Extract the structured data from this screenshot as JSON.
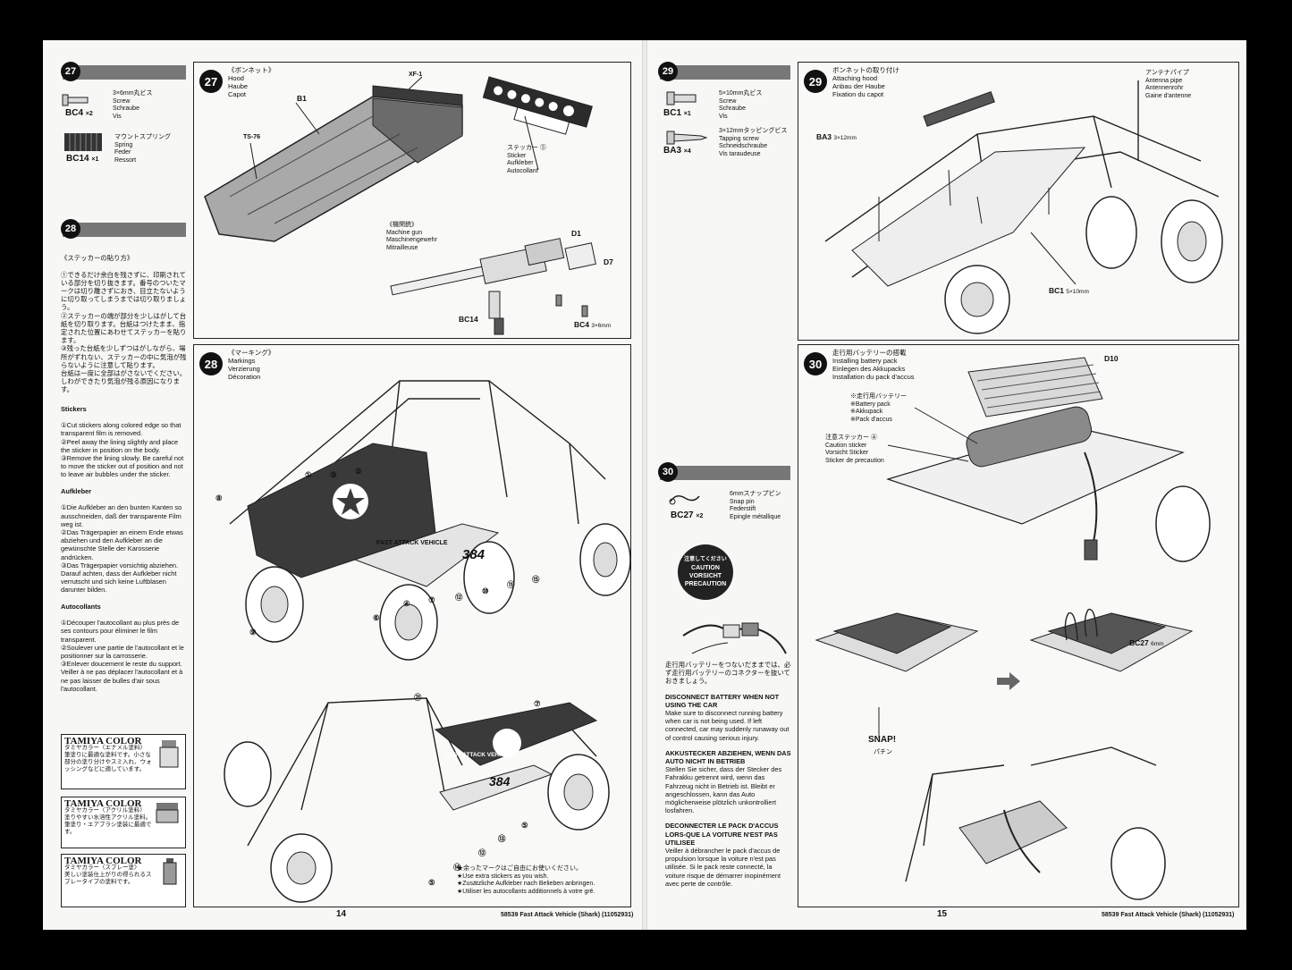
{
  "left_page": {
    "page_number": "14",
    "footer": "58539 Fast Attack Vehicle (Shark) (11052931)",
    "side_27": {
      "step": "27",
      "parts": [
        {
          "code": "BC4",
          "qty": "×2",
          "jp": "3×6mm丸ビス",
          "names": [
            "Screw",
            "Schraube",
            "Vis"
          ]
        },
        {
          "code": "BC14",
          "qty": "×1",
          "jp": "マウントスプリング",
          "names": [
            "Spring",
            "Feder",
            "Ressort"
          ]
        }
      ]
    },
    "side_28": {
      "step": "28",
      "jp_title": "《ステッカーの貼り方》",
      "jp_text": "①できるだけ余白を残さずに、印刷されている部分を切り抜きます。番号のついたマークは切り離さずにおき、目立たないように切り取ってしまうまでは切り取りましょう。\n②ステッカーの端が部分を少しはがして台紙を切り取ります。台紙はつけたまま、指定された位置にあわせてステッカーを貼ります。\n③残った台紙を少しずつはがしながら、場所がずれない、ステッカーの中に気泡が残らないように注意して貼ります。\n台紙は一度に全部はがさないでください。しわができたり気泡が残る原因になります。",
      "en_title": "Stickers",
      "en_text": "①Cut stickers along colored edge so that transparent film is removed.\n②Peel away the lining slightly and place the sticker in position on the body.\n③Remove the lining slowly. Be careful not to move the sticker out of position and not to leave air bubbles under the sticker.",
      "de_title": "Aufkleber",
      "de_text": "①Die Aufkleber an den bunten Kanten so ausschneiden, daß der transparente Film weg ist.\n②Das Trägerpapier an einem Ende etwas abziehen und den Aufkleber an die gewünschte Stelle der Karosserie andrücken.\n③Das Trägerpapier vorsichtig abziehen. Darauf achten, dass der Aufkleber nicht verrutscht und sich keine Luftblasen darunter bilden.",
      "fr_title": "Autocollants",
      "fr_text": "①Découper l'autocollant au plus près de ses contours pour éliminer le film transparent.\n②Soulever une partie de l'autocollant et le positionner sur la carrosserie.\n③Enlever doucement le reste du support. Veiller à ne pas déplacer l'autocollant et à ne pas laisser de bulles d'air sous l'autocollant."
    },
    "paint_badges": [
      {
        "brand": "TAMIYA COLOR",
        "jp": "タミヤカラー〈エナメル塗料〉",
        "desc": "筆塗りに最適な塗料です。小さな部分の塗り分けやスミ入れ、ウォッシングなどに適しています。"
      },
      {
        "brand": "TAMIYA COLOR",
        "jp": "タミヤカラー〈アクリル塗料〉",
        "desc": "塗りやすい水溶性アクリル塗料。筆塗り・エアブラシ塗装に最適です。"
      },
      {
        "brand": "TAMIYA COLOR",
        "jp": "タミヤカラー〈スプレー塗〉",
        "desc": "美しい塗装仕上がりの得られるスプレータイプの塗料です。"
      }
    ],
    "step27_main": {
      "step": "27",
      "title": [
        "《ボンネット》",
        "Hood",
        "Haube",
        "Capot"
      ],
      "labels": {
        "b1": "B1",
        "xf1": "XF-1",
        "ts76": "TS-76",
        "sticker_jp": "ステッカー ⑤",
        "sticker": [
          "Sticker",
          "Aufkleber",
          "Autocollant"
        ],
        "mg_jp": "《機関銃》",
        "mg": [
          "Machine gun",
          "Maschinengewehr",
          "Mitrailleuse"
        ],
        "d1": "D1",
        "d7": "D7",
        "bc14": "BC14",
        "bc4": "BC4",
        "bc4_size": "3×6mm"
      }
    },
    "step28_main": {
      "step": "28",
      "title": [
        "《マーキング》",
        "Markings",
        "Verzierung",
        "Décoration"
      ],
      "markers_top": [
        "⑧",
        "①",
        "③",
        "②",
        "④",
        "⑦",
        "⑫",
        "⑩",
        "⑪",
        "⑮",
        "⑥",
        "⑨"
      ],
      "markers_bottom": [
        "㉑",
        "⑦",
        "⑤",
        "⑬",
        "⑫",
        "⑭",
        "⑤"
      ],
      "vehicle_text": "FAST ATTACK VEHICLE",
      "fav_number": "384",
      "note": [
        "★余ったマークはご自由にお使いください。",
        "★Use extra stickers as you wish.",
        "★Zusätzliche Aufkleber nach Belieben anbringen.",
        "★Utiliser les autocollants additionnels à votre gré."
      ]
    }
  },
  "right_page": {
    "page_number": "15",
    "footer": "58539 Fast Attack Vehicle (Shark) (11052931)",
    "side_29": {
      "step": "29",
      "parts": [
        {
          "code": "BC1",
          "qty": "×1",
          "jp": "5×10mm丸ビス",
          "names": [
            "Screw",
            "Schraube",
            "Vis"
          ]
        },
        {
          "code": "BA3",
          "qty": "×4",
          "jp": "3×12mmタッピングビス",
          "names": [
            "Tapping screw",
            "Schneidschraube",
            "Vis taraudeuse"
          ]
        }
      ]
    },
    "side_30": {
      "step": "30",
      "parts": [
        {
          "code": "BC27",
          "qty": "×2",
          "jp": "6mmスナップピン",
          "names": [
            "Snap pin",
            "Federstift",
            "Epingle métallique"
          ]
        }
      ],
      "caution": [
        "注意してください",
        "CAUTION",
        "VORSICHT",
        "PRECAUTION"
      ],
      "jp_warning": "走行用バッテリーをつないだままでは、必ず走行用バッテリーのコネクターを抜いておきましょう。",
      "en_title": "DISCONNECT BATTERY WHEN NOT USING THE CAR",
      "en_text": "Make sure to disconnect running battery when car is not being used. If left connected, car may suddenly runaway out of control causing serious injury.",
      "de_title": "AKKUSTECKER ABZIEHEN, WENN DAS AUTO NICHT IN BETRIEB",
      "de_text": "Stellen Sie sicher, dass der Stecker des Fahrakku getrennt wird, wenn das Fahrzeug nicht in Betrieb ist. Bleibt er angeschlossen, kann das Auto möglicherweise plötzlich unkontrolliert losfahren.",
      "fr_title": "DECONNECTER LE PACK D'ACCUS LORS-QUE LA VOITURE N'EST PAS UTILISEE",
      "fr_text": "Veiller à débrancher le pack d'accus de propulsion lorsque la voiture n'est pas utilisée. Si le pack reste connecté, la voiture risque de démarrer inopinément avec perte de contrôle."
    },
    "step29_main": {
      "step": "29",
      "title": [
        "ボンネットの取り付け",
        "Attaching hood",
        "Anbau der Haube",
        "Fixation du capot"
      ],
      "antenna": [
        "アンテナパイプ",
        "Antenna pipe",
        "Antennenrohr",
        "Gaine d'antenne"
      ],
      "ba3": "BA3",
      "ba3_size": "3×12mm",
      "bc1": "BC1",
      "bc1_size": "5×10mm"
    },
    "step30_main": {
      "step": "30",
      "title": [
        "走行用バッテリーの搭載",
        "Installing battery pack",
        "Einlegen des Akkupacks",
        "Installation du pack d'accus"
      ],
      "d10": "D10",
      "battery": [
        "※走行用バッテリー",
        "※Battery pack",
        "※Akkupack",
        "※Pack d'accus"
      ],
      "caution_sticker": [
        "注意ステッカー Ⓐ",
        "Caution sticker",
        "Vorsicht Sticker",
        "Sticker de precaution"
      ],
      "bc27": "BC27",
      "bc27_size": "6mm",
      "snap": "SNAP!",
      "snap_jp": "パチン"
    }
  }
}
